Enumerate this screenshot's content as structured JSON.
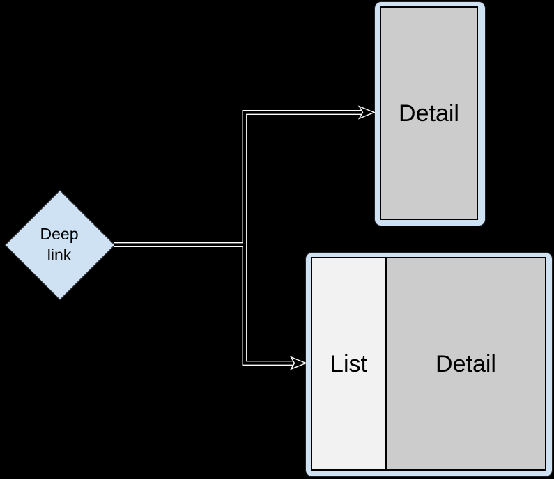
{
  "colors": {
    "background": "#000000",
    "node_blue": "#cfe2f3",
    "pane_gray": "#cccccc",
    "pane_light_gray": "#f2f2f2",
    "outline": "#000000",
    "connector_casing": "#ffffff",
    "connector_core": "#000000"
  },
  "deep_link_node": {
    "label": "Deep\nlink"
  },
  "detail_screen": {
    "label": "Detail"
  },
  "list_detail_screen": {
    "list_label": "List",
    "detail_label": "Detail"
  }
}
